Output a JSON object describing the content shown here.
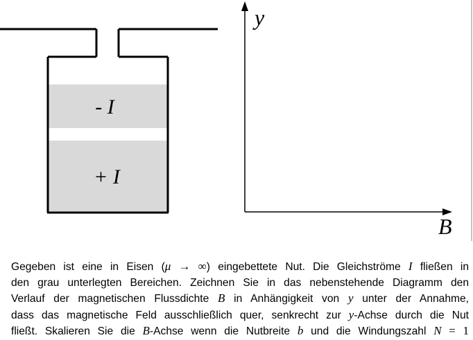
{
  "figure": {
    "slot": {
      "region_upper_label": "- I",
      "region_lower_label": "+ I",
      "current_region_color": "#d9d9d9",
      "outline_color": "#000000"
    },
    "axes": {
      "y_label": "y",
      "x_label": "B",
      "right_border_color": "#888888"
    }
  },
  "caption": {
    "line1": {
      "t1": "Gegeben ist eine in Eisen (",
      "mu": "μ",
      "arrow": " → ",
      "inf": "∞",
      "t2": ") eingebettete Nut. Die Gleichströme ",
      "I": "I",
      "t3": " fließen in"
    },
    "line2": "den grau unterlegten Bereichen. Zeichnen Sie in das nebenstehende Diagramm den",
    "line3": {
      "t1": "Verlauf der magnetischen Flussdichte ",
      "B": "B",
      "t2": " in Anhängigkeit von ",
      "y": "y",
      "t3": " unter der Annahme,"
    },
    "line4": {
      "t1": "dass das magnetische Feld ausschließlich quer, senkrecht zur ",
      "y": "y",
      "t2": "-Achse durch die Nut"
    },
    "line5": {
      "t1": "fließt. Skalieren Sie die ",
      "B": "B",
      "t2": "-Achse wenn die Nutbreite ",
      "b": "b",
      "t3": " und die Windungszahl ",
      "N": "N",
      "eq": " = ",
      "one": "1"
    }
  }
}
